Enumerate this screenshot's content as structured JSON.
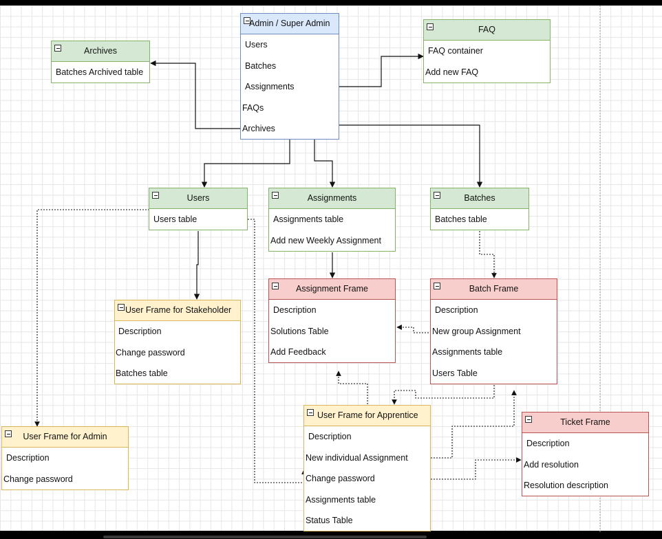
{
  "nodes": {
    "admin": {
      "title": "Admin / Super Admin",
      "rows": [
        "Users",
        "Batches",
        "Assignments",
        "FAQs",
        "Archives"
      ]
    },
    "archives": {
      "title": "Archives",
      "rows": [
        "Batches Archived table"
      ]
    },
    "faq": {
      "title": "FAQ",
      "rows": [
        "FAQ container",
        "Add new FAQ"
      ]
    },
    "users": {
      "title": "Users",
      "rows": [
        "Users table"
      ]
    },
    "assignments": {
      "title": "Assignments",
      "rows": [
        "Assignments table",
        "Add new Weekly Assignment"
      ]
    },
    "batches": {
      "title": "Batches",
      "rows": [
        "Batches table"
      ]
    },
    "assignment_frame": {
      "title": "Assignment Frame",
      "rows": [
        "Description",
        "Solutions Table",
        "Add Feedback"
      ]
    },
    "batch_frame": {
      "title": "Batch Frame",
      "rows": [
        "Description",
        "New group Assignment",
        "Assignments table",
        "Users Table"
      ]
    },
    "stakeholder_frame": {
      "title": "User Frame for Stakeholder",
      "rows": [
        "Description",
        "Change password",
        "Batches table"
      ]
    },
    "admin_frame": {
      "title": "User Frame for Admin",
      "rows": [
        "Description",
        "Change password"
      ]
    },
    "apprentice_frame": {
      "title": "User Frame for Apprentice",
      "rows": [
        "Description",
        "New individual Assignment",
        "Change password",
        "Assignments table",
        "Status Table"
      ]
    },
    "ticket_frame": {
      "title": "Ticket Frame",
      "rows": [
        "Description",
        "Add resolution",
        "Resolution description"
      ]
    }
  },
  "colors": {
    "green_fill": "#d5e8d4",
    "green_stroke": "#82b366",
    "blue_fill": "#dae8fc",
    "blue_stroke": "#6c8ebf",
    "red_fill": "#f8cecc",
    "red_stroke": "#b85450",
    "yellow_fill": "#fff2cc",
    "yellow_stroke": "#d6b656"
  },
  "icons": [
    "collapse-toggle-icon",
    "arrowhead-icon"
  ]
}
